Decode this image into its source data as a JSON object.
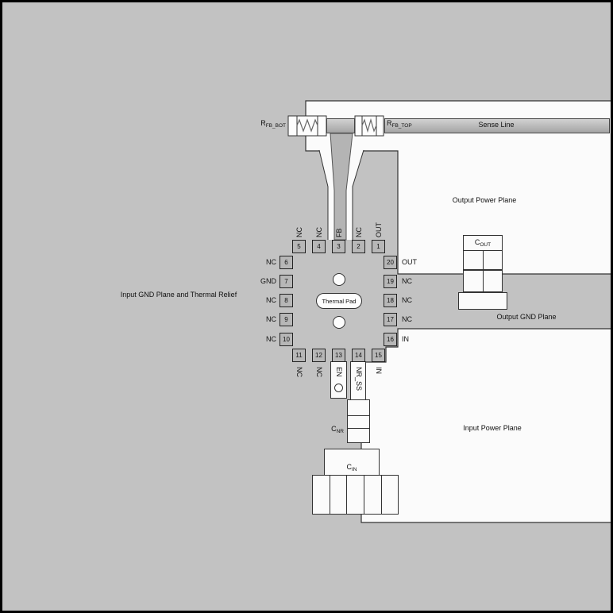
{
  "figure": {
    "kind": "pcb-layout-example",
    "colors": {
      "background": "#c2c2c2",
      "plane_fill": "#fbfbfb",
      "trace_fill": "#b4b4b4",
      "outline": "#333333"
    }
  },
  "labels": {
    "sense_line": "Sense Line",
    "output_power_plane": "Output Power Plane",
    "output_gnd_plane": "Output GND Plane",
    "input_power_plane": "Input Power Plane",
    "input_gnd_plane": "Input GND Plane and Thermal Relief",
    "thermal_pad": "Thermal Pad"
  },
  "components": {
    "r_fb_bot": {
      "prefix": "R",
      "sub": "FB_BOT"
    },
    "r_fb_top": {
      "prefix": "R",
      "sub": "FB_TOP"
    },
    "c_out": {
      "prefix": "C",
      "sub": "OUT"
    },
    "c_nr": {
      "prefix": "C",
      "sub": "NR"
    },
    "c_in": {
      "prefix": "C",
      "sub": "IN"
    }
  },
  "pins": {
    "top": [
      {
        "num": "5",
        "label": "NC"
      },
      {
        "num": "4",
        "label": "NC"
      },
      {
        "num": "3",
        "label": "FB"
      },
      {
        "num": "2",
        "label": "NC"
      },
      {
        "num": "1",
        "label": "OUT"
      }
    ],
    "left": [
      {
        "num": "6",
        "label": "NC"
      },
      {
        "num": "7",
        "label": "GND"
      },
      {
        "num": "8",
        "label": "NC"
      },
      {
        "num": "9",
        "label": "NC"
      },
      {
        "num": "10",
        "label": "NC"
      }
    ],
    "right": [
      {
        "num": "20",
        "label": "OUT"
      },
      {
        "num": "19",
        "label": "NC"
      },
      {
        "num": "18",
        "label": "NC"
      },
      {
        "num": "17",
        "label": "NC"
      },
      {
        "num": "16",
        "label": "IN"
      }
    ],
    "bottom": [
      {
        "num": "11",
        "label": "NC"
      },
      {
        "num": "12",
        "label": "NC"
      },
      {
        "num": "13",
        "label": "EN"
      },
      {
        "num": "14",
        "label": "NR_SS"
      },
      {
        "num": "15",
        "label": "IN"
      }
    ]
  }
}
